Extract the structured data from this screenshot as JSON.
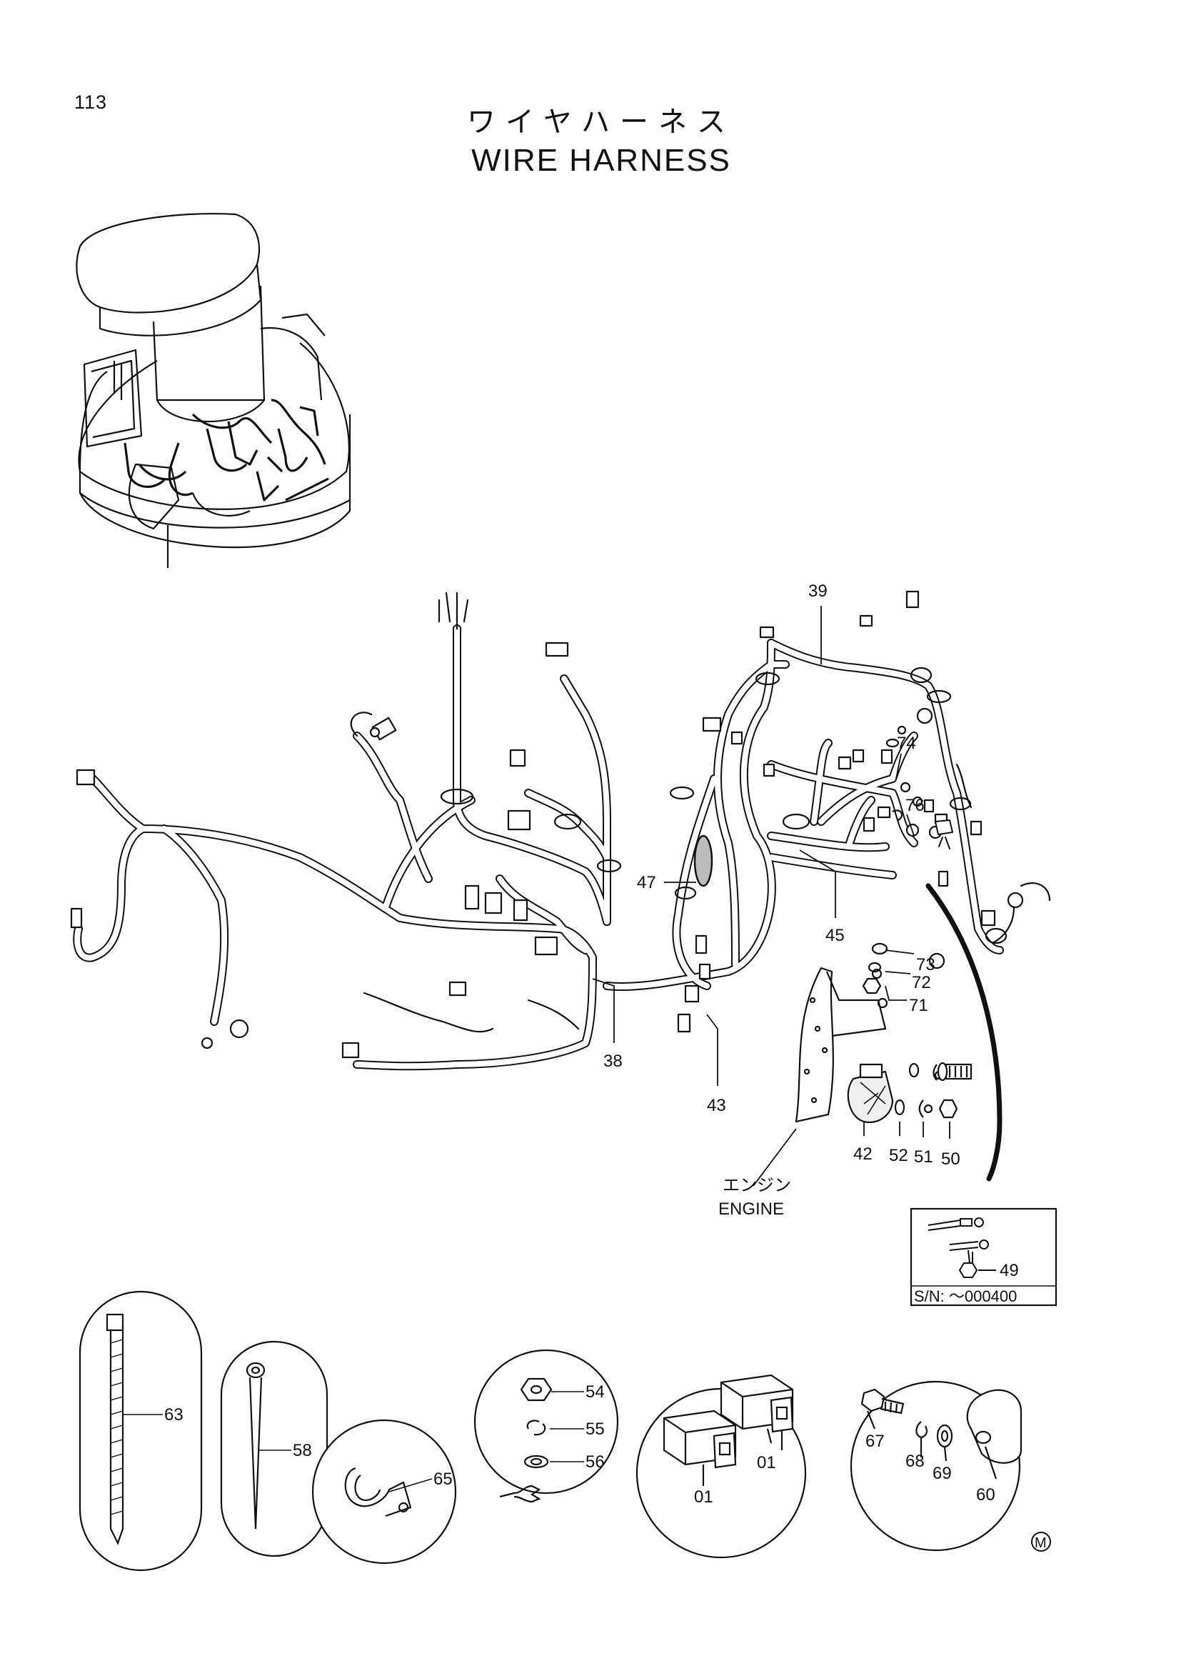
{
  "page": {
    "number": "113",
    "title_jp": "ワイヤハーネス",
    "title_en": "WIRE HARNESS"
  },
  "callouts": {
    "c39": "39",
    "c74": "74",
    "c76": "76",
    "c47": "47",
    "c45": "45",
    "c73": "73",
    "c72": "72",
    "c71": "71",
    "c38": "38",
    "c43": "43",
    "c42": "42",
    "c52": "52",
    "c51": "51",
    "c50": "50"
  },
  "engine_label": {
    "jp": "エンジン",
    "en": "ENGINE"
  },
  "inset": {
    "part": "49",
    "serial": "S/N: ～000400"
  },
  "details": {
    "tie_strap": "63",
    "pin": "58",
    "clip": "65",
    "nut": "54",
    "lock_washer": "55",
    "washer": "56",
    "connector_left": "01",
    "connector_right": "01",
    "bolt": "67",
    "spring_washer": "68",
    "flat_washer": "69",
    "clamp": "60"
  },
  "mark": "M"
}
